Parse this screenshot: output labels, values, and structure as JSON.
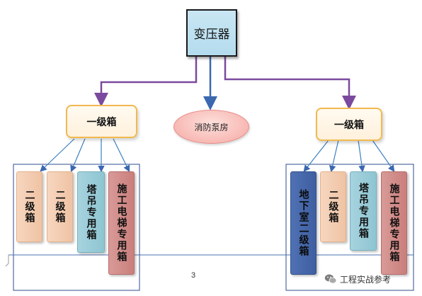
{
  "diagram": {
    "transformer": {
      "label": "变压器"
    },
    "left_box": {
      "label": "一级箱"
    },
    "right_box": {
      "label": "一级箱"
    },
    "fire_pump": {
      "label": "消防泵房"
    },
    "left_group": [
      {
        "label": "二级箱",
        "kind": "peach"
      },
      {
        "label": "二级箱",
        "kind": "peach"
      },
      {
        "label": "塔吊专用箱",
        "kind": "teal"
      },
      {
        "label": "施工电梯专用箱",
        "kind": "rose"
      }
    ],
    "right_group": [
      {
        "label": "地下室二级箱",
        "kind": "navy"
      },
      {
        "label": "二级箱",
        "kind": "peach"
      },
      {
        "label": "塔吊专用箱",
        "kind": "teal"
      },
      {
        "label": "施工电梯专用箱",
        "kind": "rose"
      }
    ],
    "colors": {
      "transformer_fill": "#b4dcee",
      "primary_border": "#f2b94f",
      "purple_connector": "#7b4a9e",
      "blue_connector": "#3b68b0",
      "pump_fill": "#f6a8a3"
    }
  },
  "footer": {
    "page_number": "3",
    "watermark": "工程实战参考",
    "watermark_icon": "wechat-icon"
  }
}
